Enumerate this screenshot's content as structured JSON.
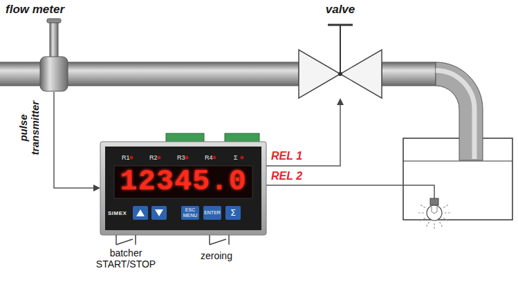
{
  "diagram": {
    "nodes": [
      {
        "text": [
          "flow meter"
        ]
      },
      {
        "text": [
          "valve"
        ]
      },
      {
        "text": [
          "12345.0"
        ]
      }
    ],
    "edges": [
      {
        "from": 0,
        "to": 2,
        "arrow": "to",
        "label": "pulse transmitter"
      },
      {
        "from": 2,
        "to": 1,
        "arrow": "to",
        "label": "REL 1"
      }
    ],
    "labels": [
      "REL 2",
      "batcher START/STOP",
      "zeroing",
      "R1",
      "R2",
      "R3",
      "R4",
      "Σ",
      "SIMEX",
      "ESC MENU",
      "ENTER",
      "Σ"
    ]
  }
}
